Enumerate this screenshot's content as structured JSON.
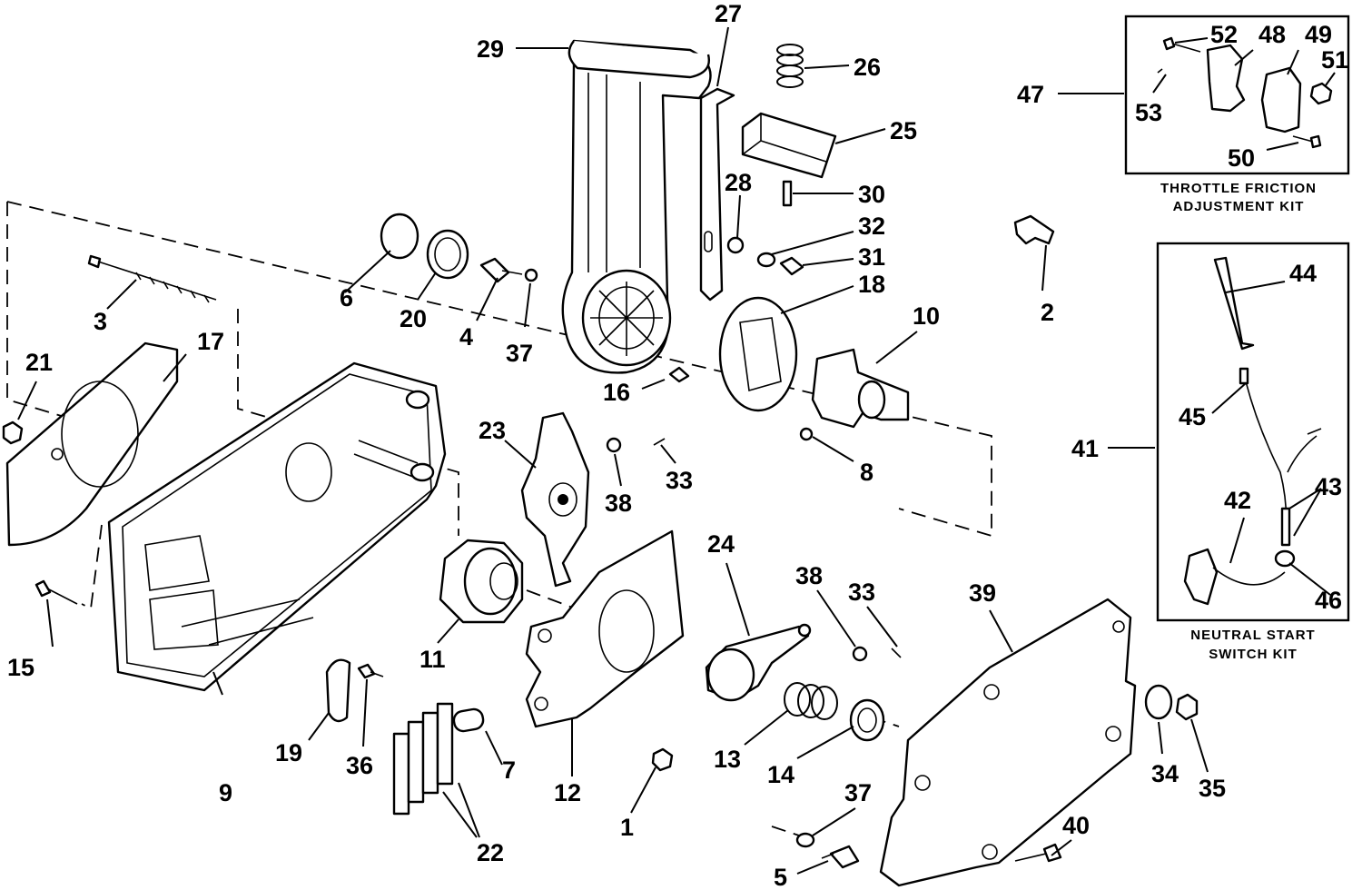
{
  "labels": {
    "l1": "1",
    "l2": "2",
    "l3": "3",
    "l4": "4",
    "l5": "5",
    "l6": "6",
    "l7": "7",
    "l8": "8",
    "l9": "9",
    "l10": "10",
    "l11": "11",
    "l12": "12",
    "l13": "13",
    "l14": "14",
    "l15": "15",
    "l16": "16",
    "l17": "17",
    "l18": "18",
    "l19": "19",
    "l20": "20",
    "l21": "21",
    "l22": "22",
    "l23": "23",
    "l24": "24",
    "l25": "25",
    "l26": "26",
    "l27": "27",
    "l28": "28",
    "l29": "29",
    "l30": "30",
    "l31": "31",
    "l32": "32",
    "l33a": "33",
    "l33b": "33",
    "l34": "34",
    "l35": "35",
    "l36": "36",
    "l37a": "37",
    "l37b": "37",
    "l38a": "38",
    "l38b": "38",
    "l39": "39",
    "l40": "40",
    "l41": "41",
    "l42": "42",
    "l43": "43",
    "l44": "44",
    "l45": "45",
    "l46": "46",
    "l47": "47",
    "l48": "48",
    "l49": "49",
    "l50": "50",
    "l51": "51",
    "l52": "52",
    "l53": "53"
  },
  "kits": {
    "throttle_line1": "THROTTLE FRICTION",
    "throttle_line2": "ADJUSTMENT KIT",
    "neutral_line1": "NEUTRAL START",
    "neutral_line2": "SWITCH KIT"
  }
}
